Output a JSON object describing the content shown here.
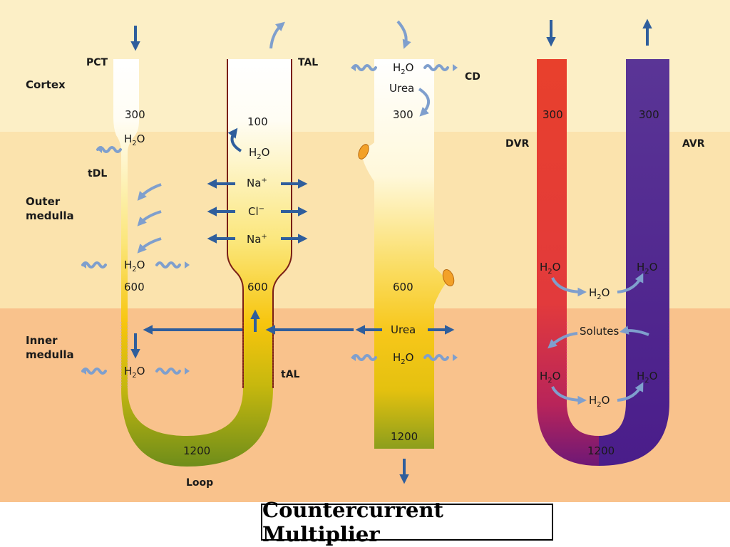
{
  "zones": {
    "cortex": "Cortex",
    "outer_medulla_1": "Outer",
    "outer_medulla_2": "medulla",
    "inner_medulla_1": "Inner",
    "inner_medulla_2": "medulla"
  },
  "segments": {
    "pct": "PCT",
    "tal": "TAL",
    "tdl": "tDL",
    "tal_thin": "tAL",
    "loop": "Loop",
    "cd": "CD",
    "dvr": "DVR",
    "avr": "AVR"
  },
  "osmolality": {
    "pct_300": "300",
    "tal_100": "100",
    "cd_300": "300",
    "tdl_600": "600",
    "tal_600": "600",
    "cd_600": "600",
    "loop_1200": "1200",
    "cd_1200": "1200",
    "dvr_300": "300",
    "avr_300": "300",
    "vr_1200": "1200"
  },
  "ions": {
    "na_top": "Na",
    "cl": "Cl",
    "na_bottom": "Na",
    "plus": "+",
    "minus": "−"
  },
  "labels": {
    "h2o_h": "H",
    "h2o_sub": "2",
    "h2o_o": "O",
    "urea_top": "Urea",
    "urea_mid": "Urea",
    "solutes": "Solutes"
  },
  "caption": "Countercurrent Multiplier",
  "colors": {
    "cortex_bg": "#fcefc6",
    "outer_medulla_bg": "#fbe3ad",
    "inner_medulla_bg": "#f9c28c",
    "arrow_dark": "#2f5e9c",
    "arrow_light": "#7f9fcd",
    "tube_border": "#7a1f16",
    "dvr_red": "#e8402c",
    "avr_purple": "#5a3596"
  }
}
